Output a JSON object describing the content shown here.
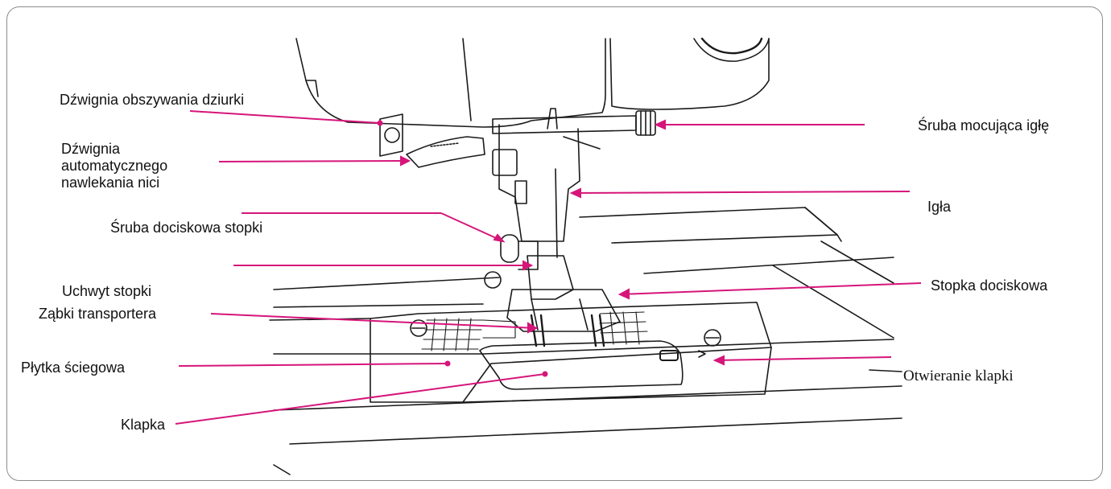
{
  "diagram": {
    "leader_color": "#d6157a",
    "labels": {
      "buttonhole_lever": "Dźwignia obszywania dziurki",
      "auto_threader_lever": "Dźwignia\nautomatycznego\nnawlekania nici",
      "presser_foot_screw": "Śruba dociskowa stopki",
      "foot_holder": "Uchwyt stopki",
      "feed_dogs": "Ząbki transportera",
      "needle_plate": "Płytka ściegowa",
      "cover": "Klapka",
      "needle_clamp_screw": "Śruba mocująca igłę",
      "needle": "Igła",
      "presser_foot": "Stopka dociskowa",
      "cover_release": "Otwieranie klapki"
    }
  }
}
